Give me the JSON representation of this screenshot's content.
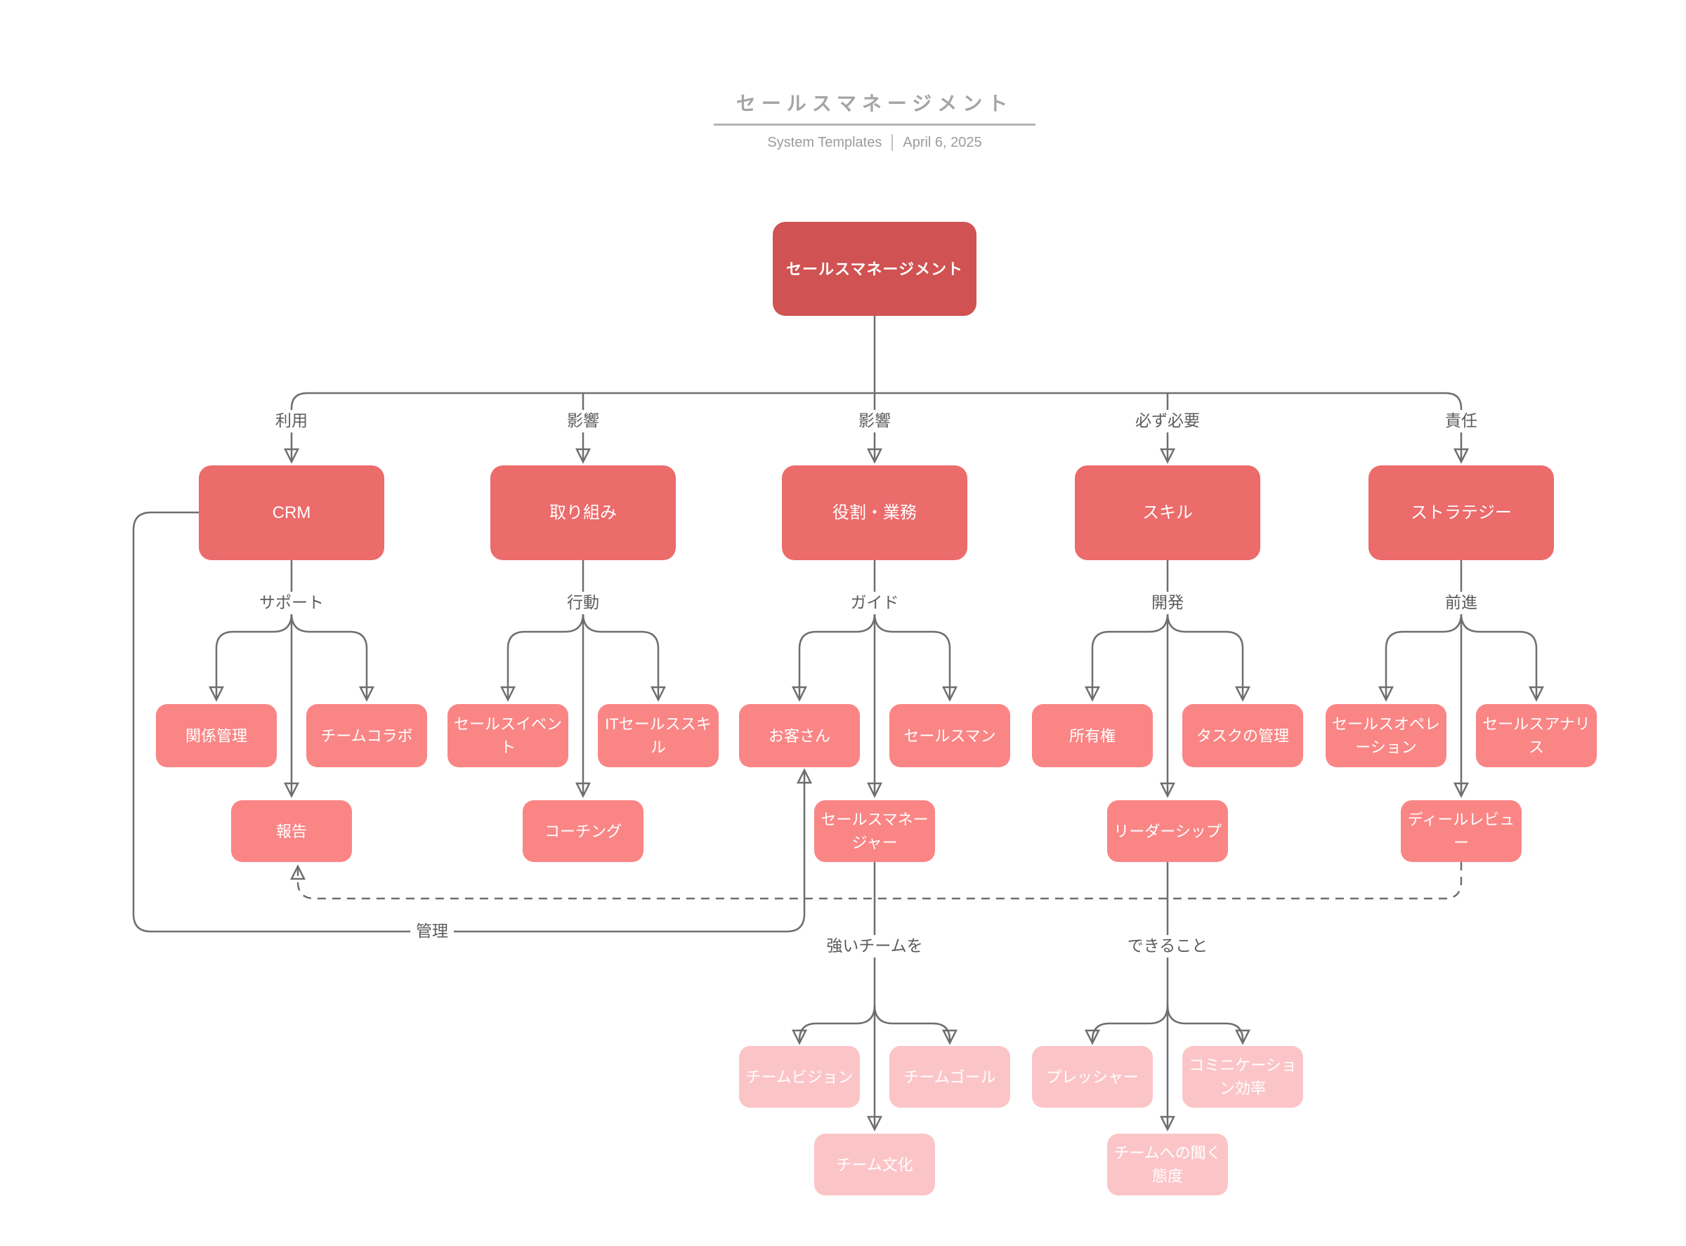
{
  "title": {
    "text": "セールスマネージメント",
    "subtitle_left": "System Templates",
    "subtitle_right": "April 6, 2025"
  },
  "colors": {
    "root_node": "#d05252",
    "level1_node": "#ec6b6b",
    "level2_node": "#fa8585",
    "level3_node": "#fbc5c8",
    "node_text": "#ffffff",
    "edge": "#6e6e6e",
    "edge_label_text": "#5c5c5c",
    "title_text": "#a5a5a5",
    "subtitle_text": "#9c9c9c"
  },
  "nodes": {
    "root": "セールスマネージメント",
    "crm": "CRM",
    "torikumi": "取り組み",
    "yakuwari": "役割・業務",
    "skill": "スキル",
    "strategy": "ストラテジー",
    "kankei": "関係管理",
    "teamcollab": "チームコラボ",
    "salesevent": "セールスイベント",
    "itsales": "ITセールススキル",
    "okyakusan": "お客さん",
    "salesman": "セールスマン",
    "shoyuken": "所有権",
    "taskmgmt": "タスクの管理",
    "salesops": "セールスオペレーション",
    "salesanalyst": "セールスアナリス",
    "houkoku": "報告",
    "coaching": "コーチング",
    "salesmanager": "セールスマネージャー",
    "leadership": "リーダーシップ",
    "dealreview": "ディールレビュー",
    "teamvision": "チームビジョン",
    "teamgoal": "チームゴール",
    "pressure": "プレッシャー",
    "commeff": "コミニケーション効率",
    "teamculture": "チーム文化",
    "listening": "チームへの聞く態度"
  },
  "edge_labels": {
    "riyou": "利用",
    "eikyou_1": "影響",
    "eikyou_2": "影響",
    "hitsuyou": "必ず必要",
    "sekinin": "責任",
    "support": "サポート",
    "koudou": "行動",
    "guide": "ガイド",
    "kaihatsu": "開発",
    "zenshin": "前進",
    "tsuyoi_team": "強いチームを",
    "dekiru_koto": "できること",
    "kanri": "管理"
  }
}
